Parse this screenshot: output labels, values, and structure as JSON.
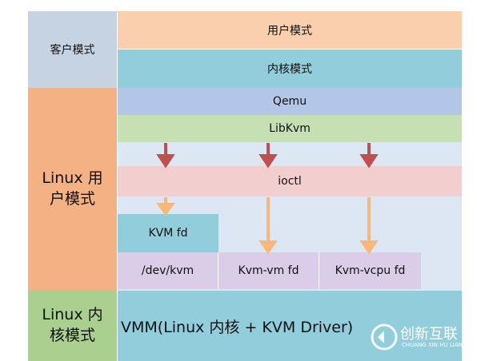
{
  "rows": {
    "guest_mode": "客户模式",
    "linux_user_mode": "Linux 用户模式",
    "linux_kernel_mode": "Linux 内核模式"
  },
  "blocks": {
    "user_mode": "用户模式",
    "kernel_mode": "内核模式",
    "qemu": "Qemu",
    "libkvm": "LibKvm",
    "ioctl": "ioctl",
    "kvm_fd": "KVM fd",
    "dev_kvm": "/dev/kvm",
    "kvm_vm_fd": "Kvm-vm fd",
    "kvm_vcpu_fd": "Kvm-vcpu fd",
    "vmm": "VMM(Linux 内核 + KVM Driver)"
  },
  "watermark": {
    "brand": "创新互联",
    "sub": "CHUANG XIN HU LIAN"
  },
  "colors": {
    "guest_left": "#c5d3e3",
    "user_left": "#f4b183",
    "kernel_left": "#a9d08e",
    "user_mode": "#f9cfad",
    "kernel_mode": "#92cddc",
    "qemu": "#b4c6e7",
    "libkvm": "#c6e0b4",
    "ioctl": "#f2cece",
    "kvm_fd": "#92cddc",
    "fd_row": "#d9cde8",
    "vmm": "#92cddc",
    "area_bg": "#dde6f3",
    "arrow_dark": "#c0504d",
    "arrow_light": "#f8b87c"
  }
}
